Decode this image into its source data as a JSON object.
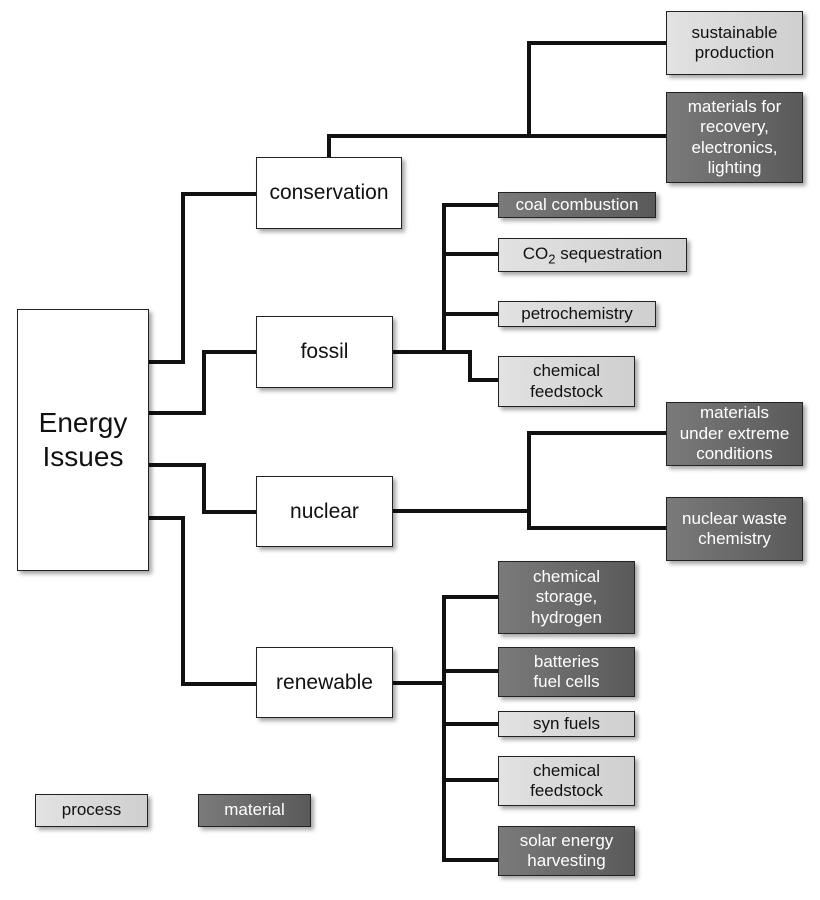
{
  "root": {
    "label": "Energy\nIssues"
  },
  "categories": {
    "conservation": "conservation",
    "fossil": "fossil",
    "nuclear": "nuclear",
    "renewable": "renewable"
  },
  "leaves": {
    "sustainable_production": "sustainable\nproduction",
    "materials_recovery": "materials for\nrecovery,\nelectronics,\nlighting",
    "coal_combustion": "coal combustion",
    "co2_prefix": "CO",
    "co2_sub": "2",
    "co2_suffix": " sequestration",
    "petrochemistry": "petrochemistry",
    "chemical_feedstock_fossil": "chemical\nfeedstock",
    "materials_extreme": "materials\nunder extreme\nconditions",
    "nuclear_waste": "nuclear waste\nchemistry",
    "chemical_storage": "chemical\nstorage,\nhydrogen",
    "batteries": "batteries\nfuel cells",
    "syn_fuels": "syn fuels",
    "chemical_feedstock_renewable": "chemical\nfeedstock",
    "solar": "solar energy\nharvesting"
  },
  "legend": {
    "process": "process",
    "material": "material"
  },
  "colors": {
    "process_fill": "#d8d8d8",
    "material_fill": "#686868",
    "connector": "#111111"
  }
}
